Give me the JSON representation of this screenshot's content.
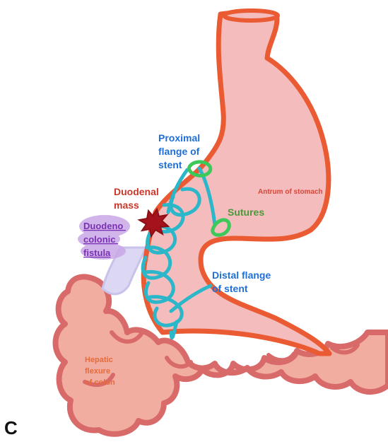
{
  "panel_letter": "C",
  "labels": {
    "proximal_flange": [
      "Proximal",
      "flange of",
      "stent"
    ],
    "duodenal_mass": [
      "Duodenal",
      "mass"
    ],
    "antrum": "Antrum of stomach",
    "sutures": "Sutures",
    "fistula": [
      "Duodeno",
      "colonic",
      "fistula"
    ],
    "distal_flange": [
      "Distal flange",
      "of stent"
    ],
    "hepatic_flexure": [
      "Hepatic",
      "flexure",
      "of colon"
    ]
  },
  "colors": {
    "stomach_outline": "#ea5a33",
    "stomach_fill": "#f4bcbc",
    "colon_outline": "#d96a6a",
    "colon_fill": "#f1ada0",
    "stent": "#2bb7c9",
    "suture": "#3cc85a",
    "mass": "#a6121c",
    "fistula_highlight": "#c9a8e6",
    "fistula_tract": "#dcd7f2",
    "blue_label": "#1f6fd6",
    "red_label": "#c8382a",
    "green_label": "#4a9a3a",
    "purple_label": "#7b2fb5",
    "orange_label": "#e76a3b",
    "antrum_label": "#d8453a"
  }
}
